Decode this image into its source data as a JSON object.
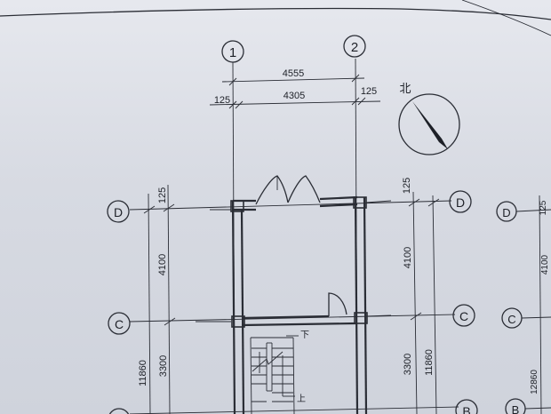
{
  "axes": {
    "vertical": [
      "1",
      "2"
    ],
    "horizontal": [
      "D",
      "C",
      "B"
    ]
  },
  "dimensions": {
    "top_overall": "4555",
    "top_inner": "4305",
    "left_offset": "125",
    "right_offset": "125",
    "left_col_top": "125",
    "left_col_d_c": "4100",
    "left_col_c_b": "3300",
    "left_col_total": "11860",
    "right_col_top": "125",
    "right_col_d_c": "4100",
    "right_col_c_b": "3300",
    "right_col_total": "11860",
    "far_col_top": "125",
    "far_col_d_c": "4100",
    "far_col_total": "12860"
  },
  "north_label": "北",
  "stair_labels": {
    "down": "下",
    "up": "上"
  }
}
